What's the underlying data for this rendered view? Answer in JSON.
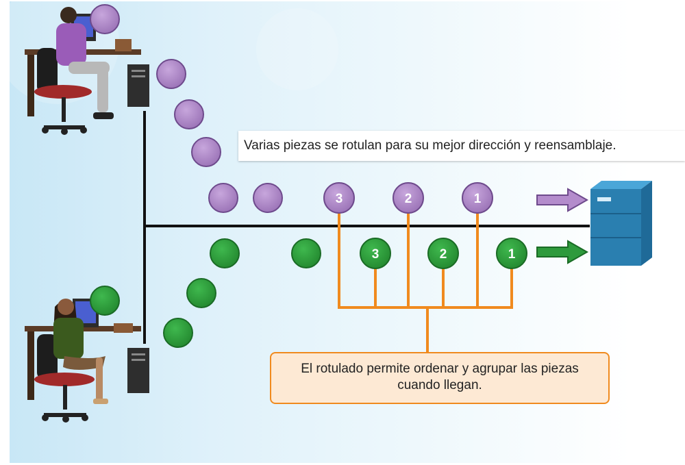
{
  "callouts": {
    "top": "Varias piezas se rotulan para su mejor dirección y reensamblaje.",
    "bottom": "El rotulado permite ordenar y agrupar las piezas cuando llegan."
  },
  "packets": {
    "purple_labels": [
      "3",
      "2",
      "1"
    ],
    "green_labels": [
      "3",
      "2",
      "1"
    ]
  },
  "colors": {
    "purple": "#a882c0",
    "purple_stroke": "#6e4a8c",
    "green": "#2e9a3c",
    "green_stroke": "#1a6b25",
    "orange": "#f08a1e",
    "line": "#111111",
    "server": "#2a7fb0"
  },
  "icons": [
    "man-at-computer-icon",
    "woman-at-computer-icon",
    "server-icon"
  ]
}
